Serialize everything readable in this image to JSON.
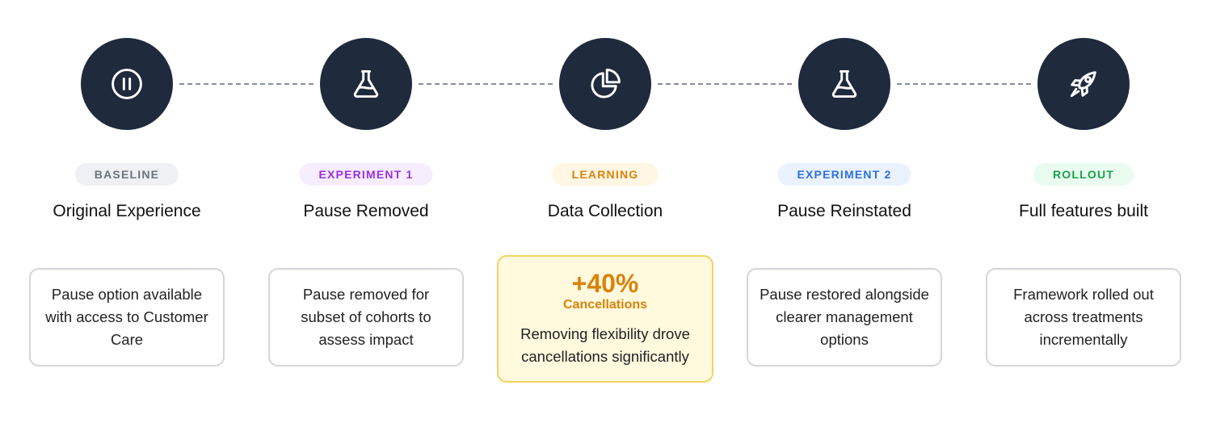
{
  "steps": [
    {
      "icon": "pause-icon",
      "badge": "BASELINE",
      "badge_color": "#6b7280",
      "title": "Original Experience",
      "description": "Pause option available with access to Customer Care"
    },
    {
      "icon": "flask-icon",
      "badge": "EXPERIMENT 1",
      "badge_color": "#9b30e0",
      "title": "Pause Removed",
      "description": "Pause removed for subset of cohorts to assess impact"
    },
    {
      "icon": "pie-chart-icon",
      "badge": "LEARNING",
      "badge_color": "#d9830a",
      "title": "Data Collection",
      "stat": "+40%",
      "stat_label": "Cancellations",
      "description": "Removing flexibility drove cancellations significantly"
    },
    {
      "icon": "flask-icon",
      "badge": "EXPERIMENT 2",
      "badge_color": "#2f6fe0",
      "title": "Pause Reinstated",
      "description": "Pause restored alongside clearer management options"
    },
    {
      "icon": "rocket-icon",
      "badge": "ROLLOUT",
      "badge_color": "#16a34a",
      "title": "Full features built",
      "description": "Framework rolled out across treatments incrementally"
    }
  ],
  "colors": {
    "node_fill": "#1f2a3d",
    "connector": "#8a8f98",
    "highlight_bg": "#fff9de",
    "highlight_border": "#f4d35e"
  }
}
